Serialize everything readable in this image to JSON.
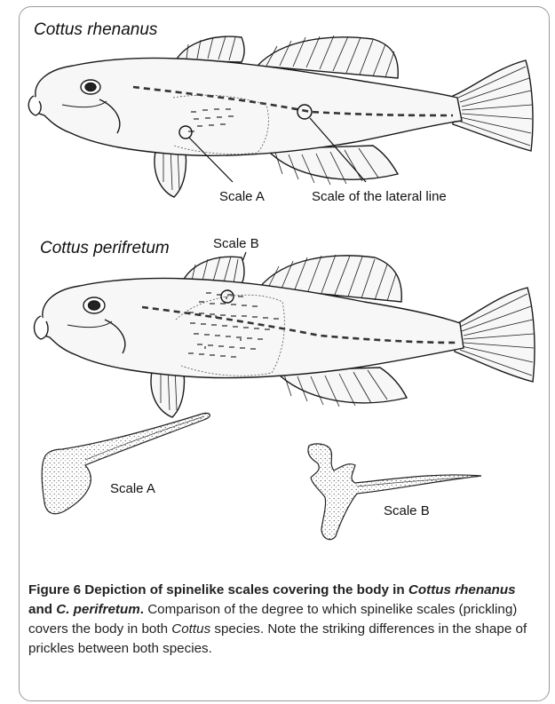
{
  "figure": {
    "species_top": "Cottus rhenanus",
    "species_bottom": "Cottus perifretum",
    "labels": {
      "scale_a_top": "Scale A",
      "scale_lateral": "Scale of the lateral line",
      "scale_b_top": "Scale B",
      "scale_a_detail": "Scale A",
      "scale_b_detail": "Scale B"
    }
  },
  "caption": {
    "label": "Figure 6",
    "title_part1": " Depiction of spinelike scales covering the body in ",
    "title_species1": "Cottus rhenanus",
    "title_part2": " and ",
    "title_species2": "C. perifretum",
    "title_end": ".",
    "body_part1": " Comparison of the degree to which spinelike scales (prickling) covers the body in both ",
    "body_genus": "Cottus",
    "body_part2": " species. Note the striking differences in the shape of prickles between both species."
  },
  "colors": {
    "frame": "#9a9a9a",
    "fish_fill": "#f7f7f7",
    "outline": "#1a1a1a"
  }
}
